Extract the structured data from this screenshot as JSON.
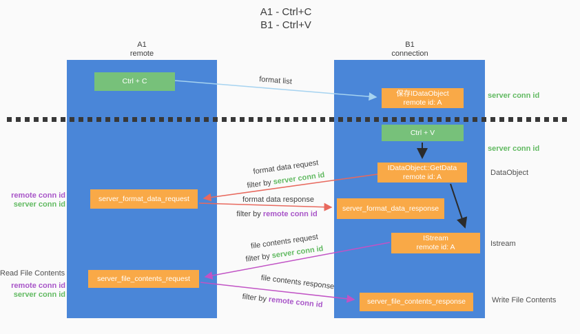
{
  "title": {
    "line1": "A1 - Ctrl+C",
    "line2": "B1 - Ctrl+V"
  },
  "columns": {
    "a1": {
      "name": "A1",
      "role": "remote"
    },
    "b1": {
      "name": "B1",
      "role": "connection"
    }
  },
  "boxes": {
    "ctrl_c": "Ctrl + C",
    "save_idataobject": {
      "line1": "保存IDataObject",
      "line2": "remote id: A"
    },
    "ctrl_v": "Ctrl + V",
    "getdata": {
      "line1": "IDataObject::GetData",
      "line2": "remote id: A"
    },
    "format_request": "server_format_data_request",
    "format_response": "server_format_data_response",
    "istream": {
      "line1": "IStream",
      "line2": "remote id: A"
    },
    "file_request": "server_file_contents_request",
    "file_response": "server_file_contents_response"
  },
  "side_labels": {
    "right": {
      "server_conn_id_top": "server conn id",
      "server_conn_id_mid": "server conn id",
      "dataobject": "DataObject",
      "istream": "Istream",
      "write_file_contents": "Write File Contents"
    },
    "left": {
      "remote_conn_id_1": "remote conn id",
      "server_conn_id_1": "server conn id",
      "read_file_contents": "Read File Contents",
      "remote_conn_id_2": "remote conn id",
      "server_conn_id_2": "server conn id"
    }
  },
  "arrow_labels": {
    "format_list": "format list",
    "format_data_request": "format data request",
    "filter_server_1": {
      "prefix": "filter by ",
      "id": "server conn id"
    },
    "format_data_response": "format data response",
    "filter_remote_1": {
      "prefix": "filter by ",
      "id": "remote conn id"
    },
    "file_contents_request": "file contents request",
    "filter_server_2": {
      "prefix": "filter by ",
      "id": "server conn id"
    },
    "file_contents_response": "file contents response",
    "filter_remote_2": {
      "prefix": "filter by ",
      "id": "remote conn id"
    }
  },
  "colors": {
    "column_blue": "#4a86d8",
    "box_green": "#77c17a",
    "box_orange": "#f9a947",
    "text_green": "#62ba62",
    "text_purple": "#a855c8",
    "text_gray": "#4f4f4f",
    "arrow_red": "#e8695e",
    "arrow_magenta": "#c153c5",
    "arrow_lightblue": "#a6d3f0",
    "arrow_black": "#2b2b2b",
    "dash_line": "#383838"
  }
}
